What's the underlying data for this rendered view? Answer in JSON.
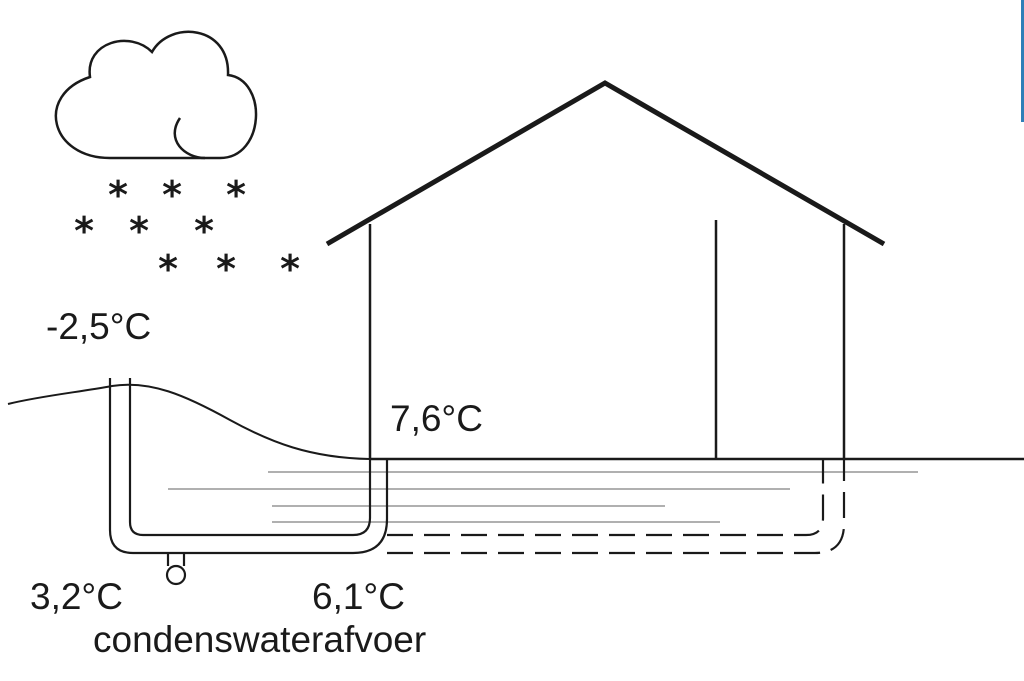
{
  "labels": {
    "outside_temperature": "-2,5°C",
    "indoor_temperature": "7,6°C",
    "pipe_inlet_temperature": "3,2°C",
    "pipe_outlet_temperature": "6,1°C",
    "condensate_drain": "condenswaterafvoer"
  },
  "colors": {
    "line": "#1a1a1a",
    "soil_lines": "#b0b0b0",
    "edge_accent": "#2f7fb8"
  },
  "icons": [
    "cloud-icon",
    "snowflake-icon",
    "house-icon",
    "drain-outlet-icon"
  ]
}
